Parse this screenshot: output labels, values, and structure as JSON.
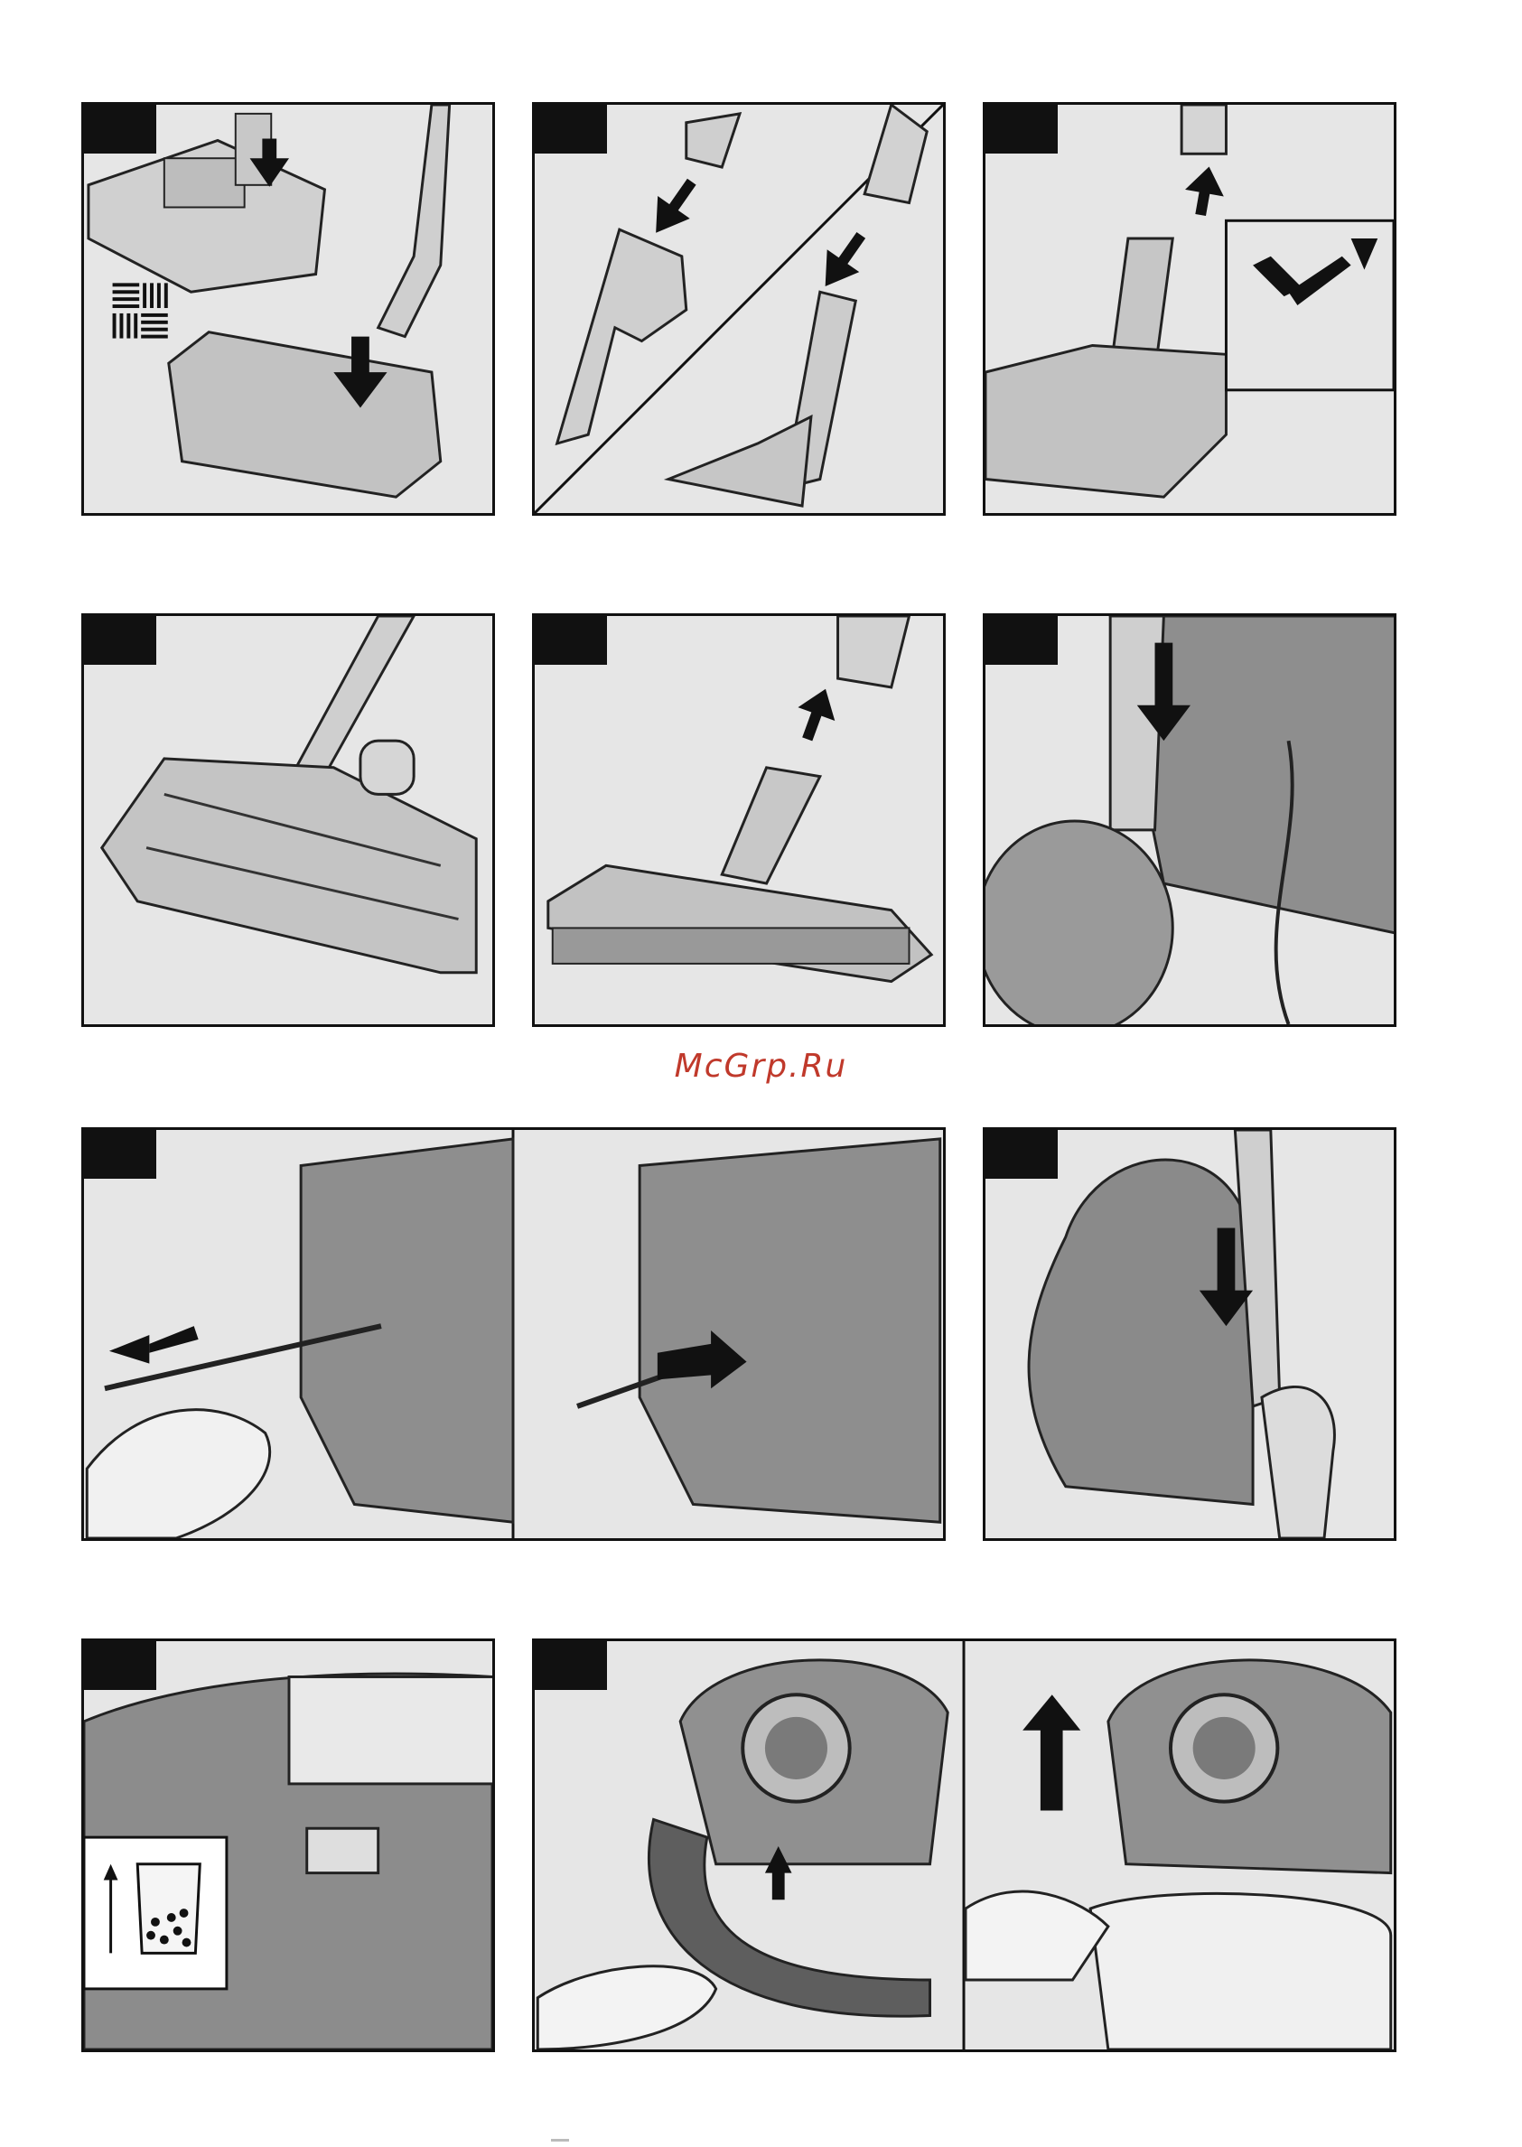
{
  "watermark": {
    "text": "McGrp.Ru",
    "color": "#c0392b"
  },
  "panels": [
    {
      "name": "panel-1",
      "icon": "floor-nozzle-pedal-icon"
    },
    {
      "name": "panel-2",
      "icon": "crevice-tool-attach-icon"
    },
    {
      "name": "panel-3",
      "icon": "nozzle-tube-attach-icon"
    },
    {
      "name": "panel-4",
      "icon": "nozzle-underside-icon"
    },
    {
      "name": "panel-5",
      "icon": "parquet-brush-attach-icon"
    },
    {
      "name": "panel-6",
      "icon": "parking-position-icon"
    },
    {
      "name": "panel-7",
      "icon": "power-cord-icon"
    },
    {
      "name": "panel-8",
      "icon": "storage-position-icon"
    },
    {
      "name": "panel-9",
      "icon": "filter-indicator-icon"
    },
    {
      "name": "panel-10",
      "icon": "open-lid-bag-icon"
    }
  ],
  "colors": {
    "frame": "#111111",
    "panel_bg": "#e6e6e6",
    "device": "#8a8a8a",
    "arrow": "#111111"
  }
}
